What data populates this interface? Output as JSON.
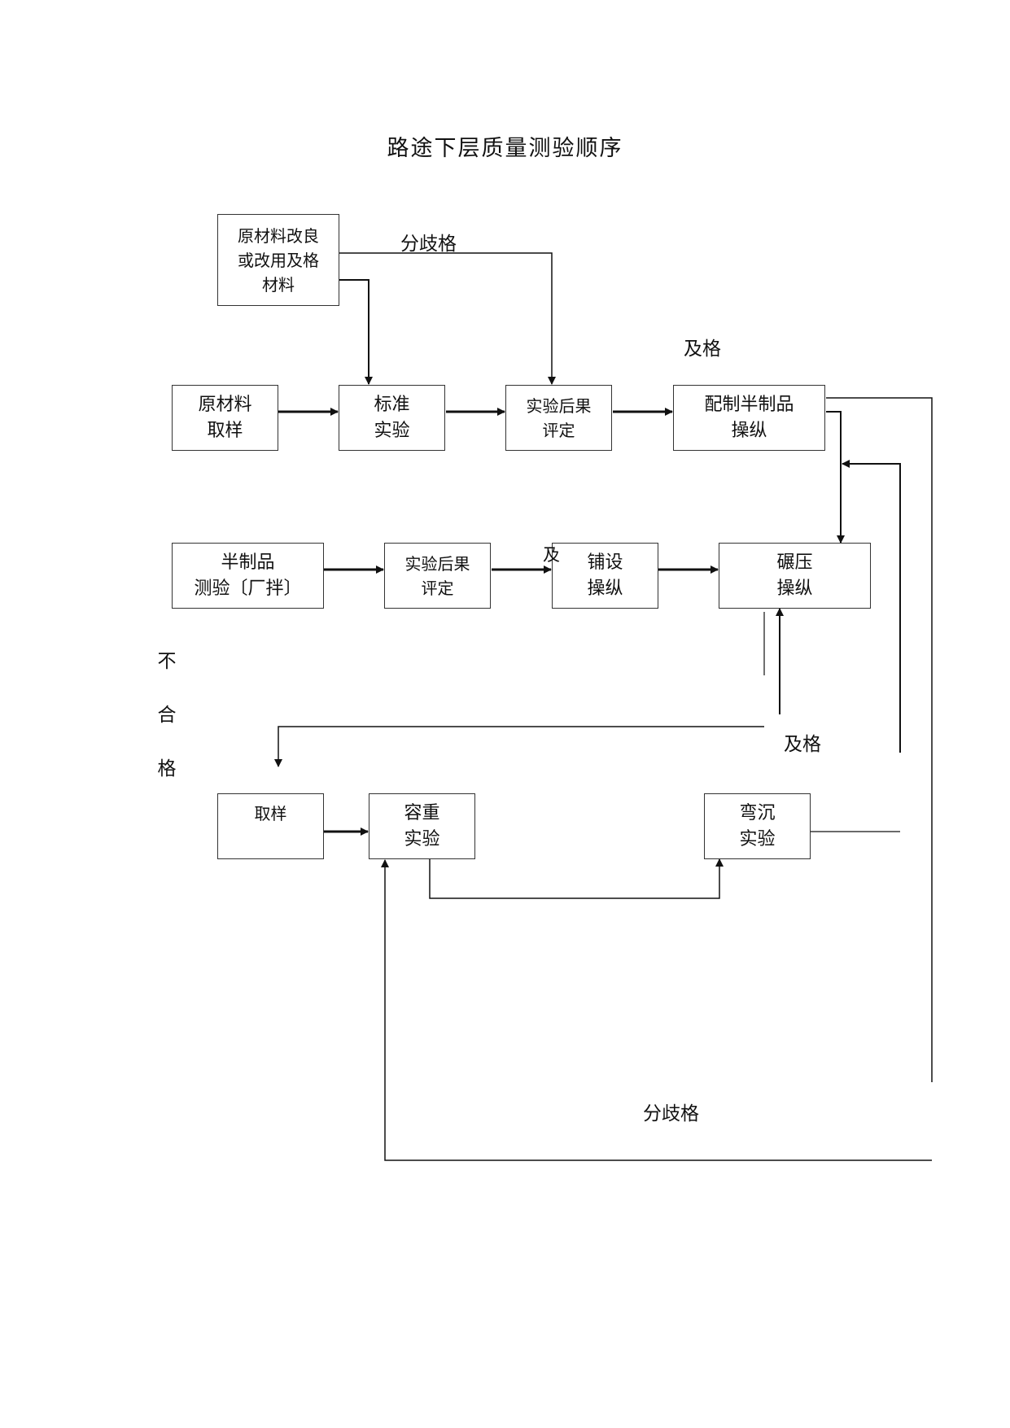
{
  "title": "路途下层质量测验顺序",
  "boxes": {
    "raw_improved": "原材料改良\n或改用及格\n材料",
    "raw_sampling": "原材料\n取样",
    "standard_test": "标准\n实验",
    "result_eval_1": "实验后果\n评定",
    "mix_control": "配制半制品\n操纵",
    "semi_test": "半制品\n测验〔厂拌〕",
    "result_eval_2": "实验后果\n评定",
    "paving_control": "铺设\n操纵",
    "rolling_control": "碾压\n操纵",
    "sampling": "取样",
    "density_test": "容重\n实验",
    "deflection_test": "弯沉\n实验"
  },
  "labels": {
    "fail_top": "分歧格",
    "pass_top": "及格",
    "pass_stub": "及",
    "fail_vertical": [
      "不",
      "合",
      "格"
    ],
    "pass_bottom": "及格",
    "fail_bottom": "分歧格"
  }
}
